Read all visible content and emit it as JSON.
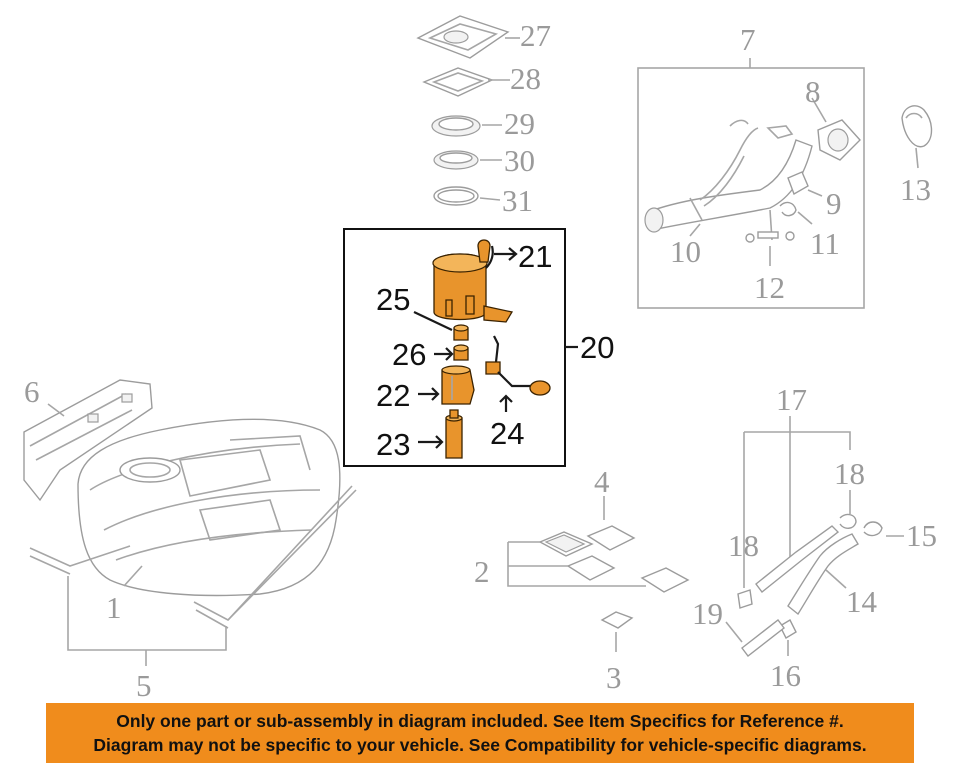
{
  "callouts": {
    "c1": "1",
    "c2": "2",
    "c3": "3",
    "c4": "4",
    "c5": "5",
    "c6": "6",
    "c7": "7",
    "c8": "8",
    "c9": "9",
    "c10": "10",
    "c11": "11",
    "c12": "12",
    "c13": "13",
    "c14": "14",
    "c15": "15",
    "c16": "16",
    "c17": "17",
    "c18a": "18",
    "c18b": "18",
    "c19": "19",
    "c20": "20",
    "c21": "21",
    "c22": "22",
    "c23": "23",
    "c24": "24",
    "c25": "25",
    "c26": "26",
    "c27": "27",
    "c28": "28",
    "c29": "29",
    "c30": "30",
    "c31": "31"
  },
  "notice": {
    "line1": "Only one part or sub-assembly in diagram included. See Item Specifics for Reference #.",
    "line2": "Diagram may not be specific to your vehicle. See Compatibility for vehicle-specific diagrams."
  },
  "colors": {
    "highlight": "#e8942c",
    "notice_bg": "#f08c1c",
    "gray_lines": "#a6a6a6",
    "dark_lines": "#1a1a1a"
  }
}
